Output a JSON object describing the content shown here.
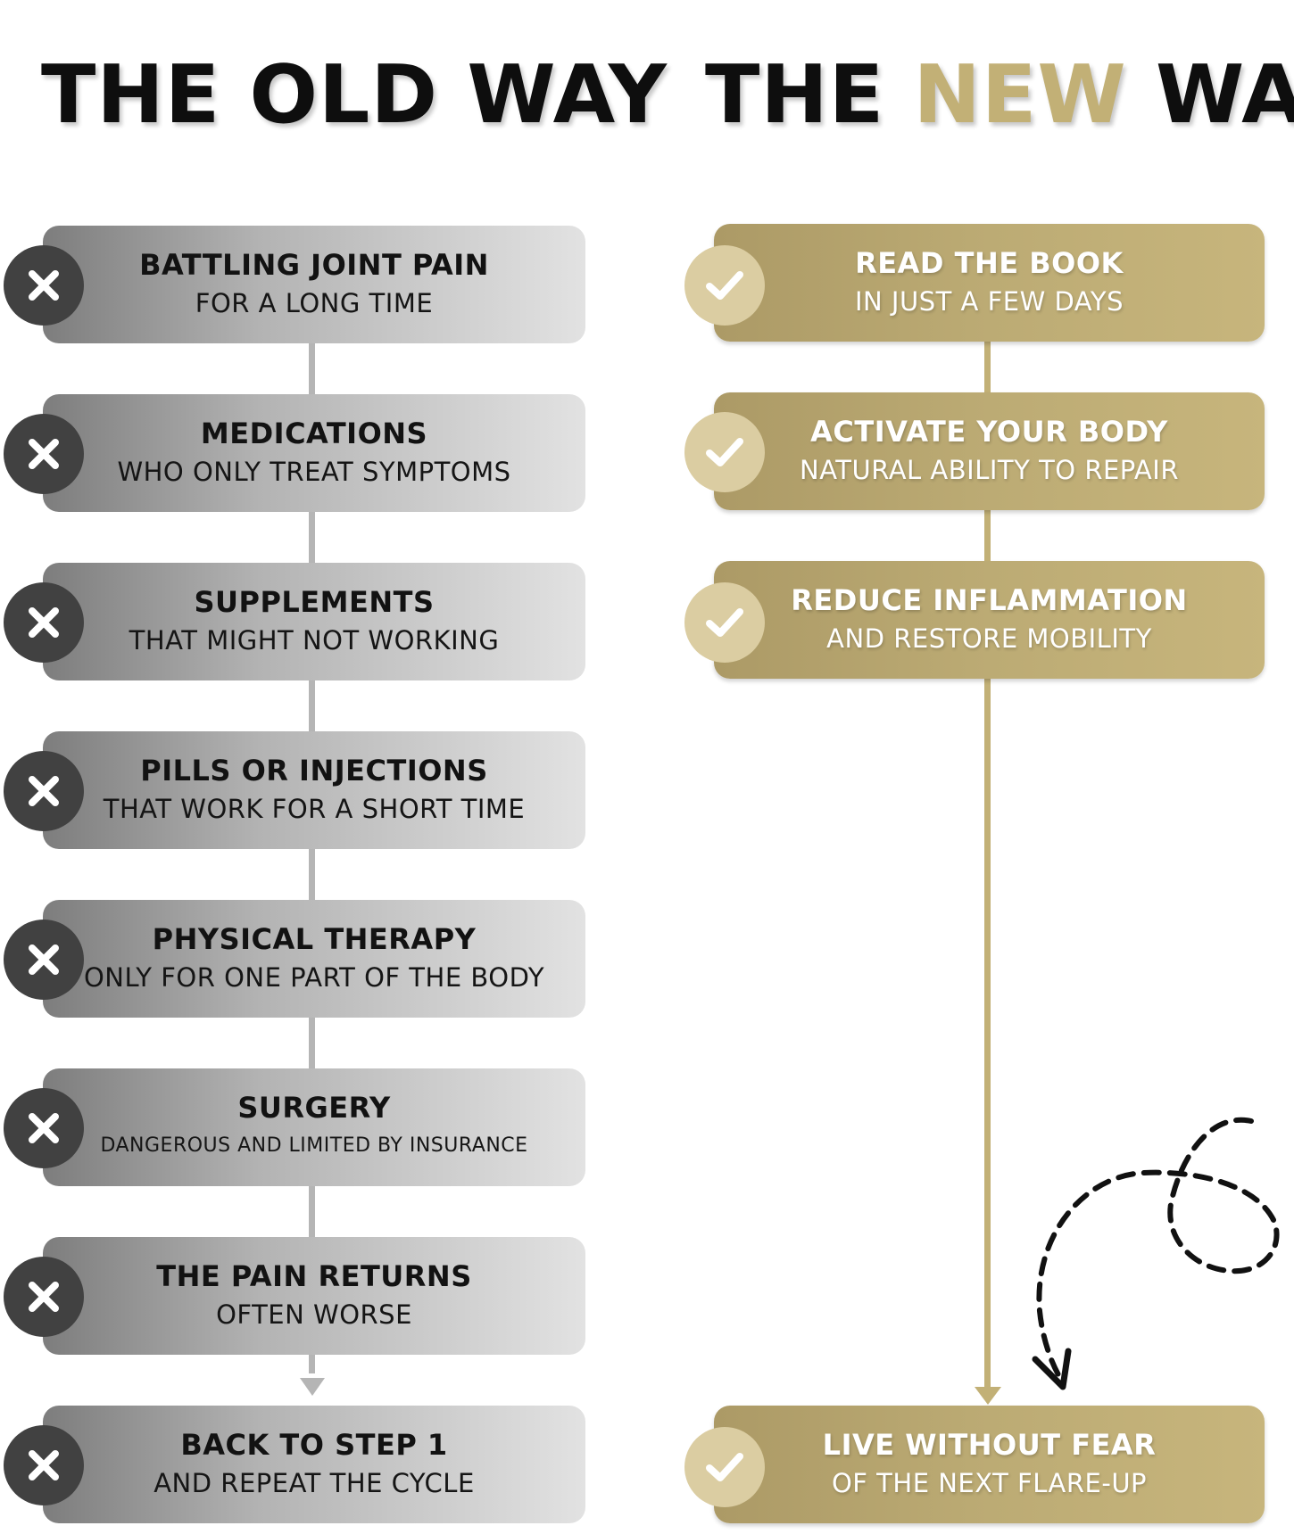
{
  "headings": {
    "old": "THE OLD WAY",
    "new_prefix": "THE ",
    "new_accent": "NEW",
    "new_suffix": " WAY"
  },
  "old_way": [
    {
      "title": "BATTLING JOINT PAIN",
      "subtitle": "FOR A LONG TIME"
    },
    {
      "title": "MEDICATIONS",
      "subtitle": "WHO ONLY TREAT SYMPTOMS"
    },
    {
      "title": "SUPPLEMENTS",
      "subtitle": "THAT MIGHT NOT WORKING"
    },
    {
      "title": "PILLS OR INJECTIONS",
      "subtitle": "THAT WORK FOR A SHORT TIME"
    },
    {
      "title": "PHYSICAL THERAPY",
      "subtitle": "ONLY FOR ONE PART OF THE BODY"
    },
    {
      "title": "SURGERY",
      "subtitle": "DANGEROUS AND LIMITED BY INSURANCE"
    },
    {
      "title": "THE PAIN RETURNS",
      "subtitle": "OFTEN WORSE"
    },
    {
      "title": "BACK TO STEP 1",
      "subtitle": "AND REPEAT THE CYCLE"
    }
  ],
  "new_way": [
    {
      "title": "READ THE BOOK",
      "subtitle": "IN JUST A FEW DAYS"
    },
    {
      "title": "ACTIVATE YOUR BODY",
      "subtitle": "NATURAL ABILITY TO REPAIR"
    },
    {
      "title": "REDUCE INFLAMMATION",
      "subtitle": "AND RESTORE MOBILITY"
    },
    {
      "title": "LIVE WITHOUT FEAR",
      "subtitle": "OF THE NEXT FLARE-UP"
    }
  ],
  "icons": {
    "old": "x-icon",
    "new": "check-icon"
  },
  "colors": {
    "accent_gold": "#c2b076",
    "dark_text": "#0e0e0e",
    "x_badge": "#414141",
    "check_badge": "#dbcda2"
  }
}
